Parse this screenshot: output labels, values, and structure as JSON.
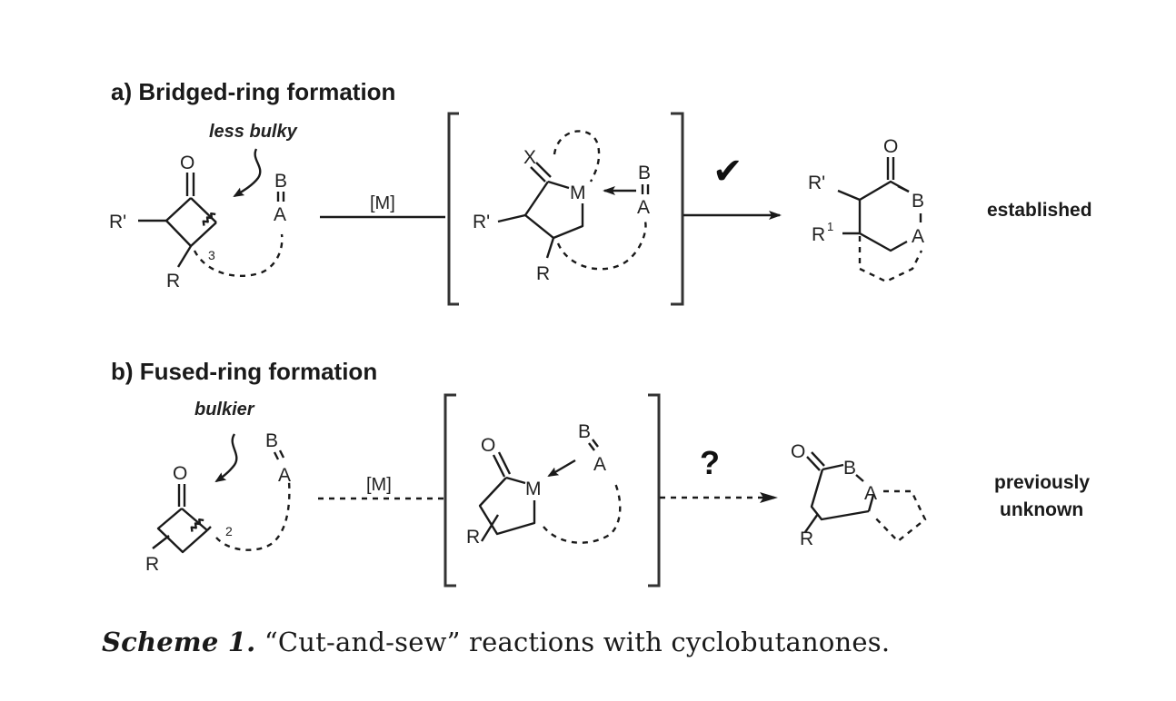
{
  "panel_a": {
    "heading": "a) Bridged-ring formation",
    "note": "less bulky",
    "reagent": "[M]",
    "result_mark": "✔",
    "status": "established",
    "substrate": {
      "O": "O",
      "R_prime": "R'",
      "R": "R",
      "ring_index": "3",
      "B": "B",
      "A": "A"
    },
    "intermediate": {
      "X": "X",
      "M": "M",
      "R_prime": "R'",
      "R": "R",
      "B": "B",
      "A": "A"
    },
    "product": {
      "O": "O",
      "R_prime": "R'",
      "R1_base": "R",
      "R1_sup": "1",
      "B": "B",
      "A": "A"
    }
  },
  "panel_b": {
    "heading": "b) Fused-ring formation",
    "note": "bulkier",
    "reagent": "[M]",
    "result_mark": "?",
    "status_line1": "previously",
    "status_line2": "unknown",
    "substrate": {
      "O": "O",
      "R": "R",
      "ring_index": "2",
      "B": "B",
      "A": "A"
    },
    "intermediate": {
      "O": "O",
      "M": "M",
      "R": "R",
      "B": "B",
      "A": "A"
    },
    "product": {
      "O": "O",
      "B": "B",
      "A": "A",
      "R": "R"
    }
  },
  "caption": {
    "label": "Scheme 1.",
    "text": "“Cut-and-sew” reactions with cyclobutanones."
  }
}
